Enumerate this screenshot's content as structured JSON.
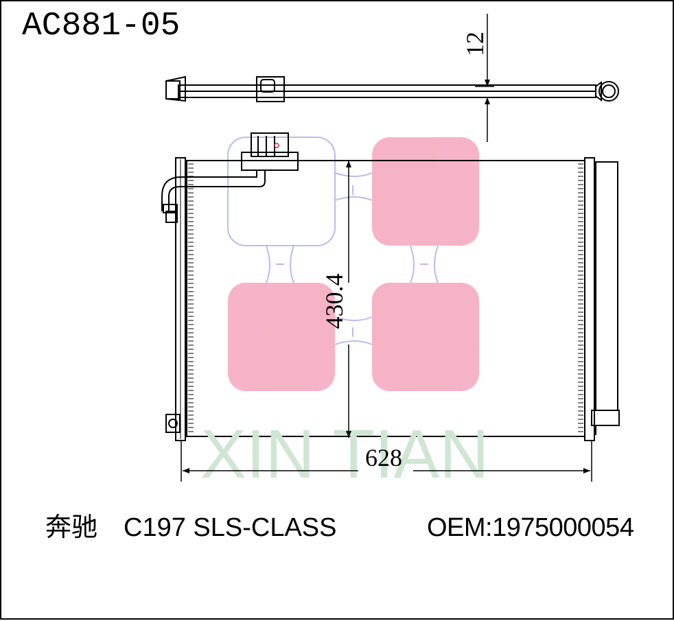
{
  "header": {
    "part_number": "AC881-05"
  },
  "dimensions": {
    "thickness": "12",
    "height": "430.4",
    "width": "628"
  },
  "watermark": {
    "text": "XIN TIAN"
  },
  "footer": {
    "brand": "奔驰",
    "model": "C197 SLS-CLASS",
    "oem": "OEM:1975000054"
  },
  "colors": {
    "logo_fill": "#f7afc4",
    "logo_outline": "#b8b8f0",
    "watermark": "#cfe6d3",
    "line": "#000000"
  }
}
